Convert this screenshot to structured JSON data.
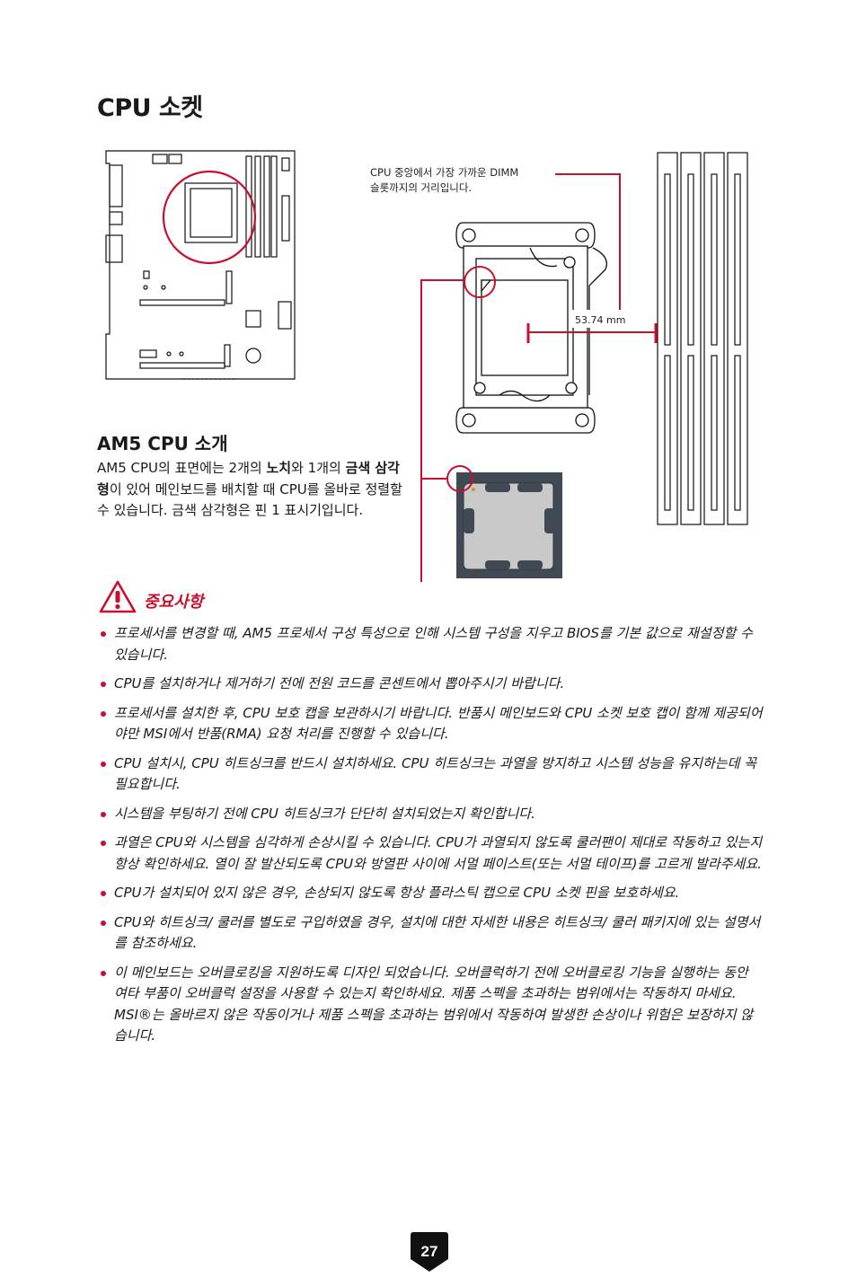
{
  "title": "CPU 소켓",
  "diagram": {
    "dimm_note_line1": "CPU 중앙에서 가장 가까운 DIMM",
    "dimm_note_line2": "슬롯까지의 거리입니다.",
    "distance_label": "53.74 mm"
  },
  "am5": {
    "heading": "AM5 CPU 소개",
    "text_1": "AM5 CPU의 표면에는 2개의 ",
    "bold_notch": "노치",
    "text_2": "와 1개의 ",
    "bold_triangle": "금색 삼각형",
    "text_3": "이 있어 메인보드를 배치할 때 CPU를 올바로 정렬할 수 있습니다. 금색 삼각형은 핀 1 표시기입니다."
  },
  "important_label": "중요사항",
  "bullets": [
    "프로세서를 변경할 때, AM5 프로세서 구성 특성으로 인해 시스템 구성을 지우고 BIOS를 기본 값으로 재설정할 수 있습니다.",
    "CPU를 설치하거나 제거하기 전에 전원 코드를 콘센트에서 뽑아주시기 바랍니다.",
    "프로세서를 설치한 후, CPU 보호 캡을 보관하시기 바랍니다. 반품시 메인보드와 CPU 소켓 보호 캡이 함께 제공되어야만 MSI에서 반품(RMA) 요청 처리를 진행할 수 있습니다.",
    "CPU 설치시, CPU 히트싱크를 반드시 설치하세요. CPU 히트싱크는 과열을 방지하고 시스템 성능을 유지하는데 꼭 필요합니다.",
    "시스템을 부팅하기 전에 CPU 히트싱크가 단단히 설치되었는지 확인합니다.",
    "과열은 CPU와 시스템을 심각하게 손상시킬 수 있습니다. CPU가 과열되지 않도록 쿨러팬이 제대로 작동하고 있는지 항상 확인하세요. 열이 잘 발산되도록 CPU와 방열판 사이에 서멀 페이스트(또는 서멀 테이프)를 고르게 발라주세요.",
    "CPU가 설치되어 있지 않은 경우, 손상되지 않도록 항상 플라스틱 캡으로 CPU 소켓 핀을 보호하세요.",
    "CPU와 히트싱크/ 쿨러를 별도로 구입하였을 경우, 설치에 대한 자세한 내용은 히트싱크/ 쿨러 패키지에 있는 설명서를 참조하세요.",
    "이 메인보드는 오버클로킹을 지원하도록 디자인 되었습니다. 오버클럭하기 전에 오버클로킹 기능을 실행하는 동안 여타 부품이 오버클럭 설정을 사용할 수 있는지 확인하세요. 제품 스펙을 초과하는 범위에서는 작동하지 마세요. MSI®는 올바르지 않은 작동이거나 제품 스펙을 초과하는 범위에서 작동하여 발생한 손상이나 위험은 보장하지 않습니다."
  ],
  "page_number": "27",
  "colors": {
    "accent": "#c8102e",
    "text": "#1a1a1a",
    "cpu_body": "#3f4a55",
    "cpu_lid": "#c9c9c9"
  }
}
